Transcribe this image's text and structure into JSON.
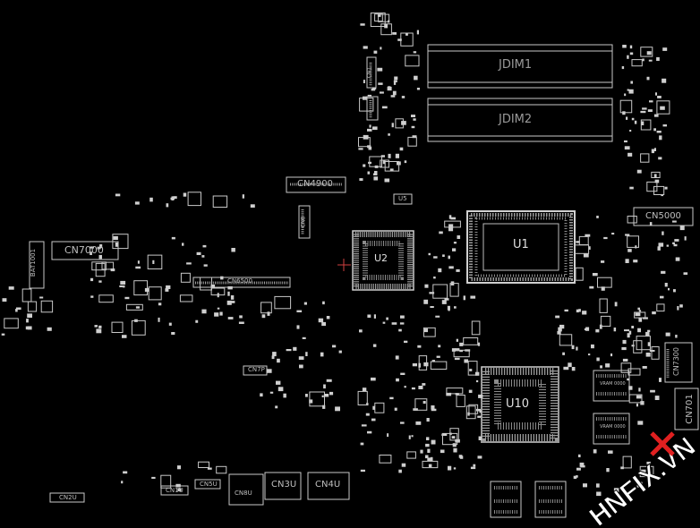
{
  "board": {
    "background": "#000000",
    "silk_color": "#c8c8c8",
    "pad_color": "#d9d9d9",
    "labels": {
      "jdim1": "JDIM1",
      "jdim2": "JDIM2",
      "cn4900": "CN4900",
      "u5": "U5",
      "cn5000": "CN5000",
      "u1": "U1",
      "u2": "U2",
      "cn7000": "CN7000",
      "cn6500": "CN6500",
      "bat1001": "BAT1001",
      "cn7p": "CN7P",
      "u10": "U10",
      "cn7300": "CN7300",
      "cn8u": "CN8U",
      "cn3u": "CN3U",
      "cn4u": "CN4U",
      "cn1u": "CN1U",
      "cn5u": "CN5U",
      "cn2u": "CN2U",
      "cn1": "CN1",
      "cn8": "CN8",
      "cn701": "CN701",
      "vram1": "VRAM 0000",
      "vram2": "VRAM 0000"
    }
  },
  "watermark": {
    "text": "HNFIX.VN",
    "color": "#ffffff",
    "accent": "#e02020"
  }
}
